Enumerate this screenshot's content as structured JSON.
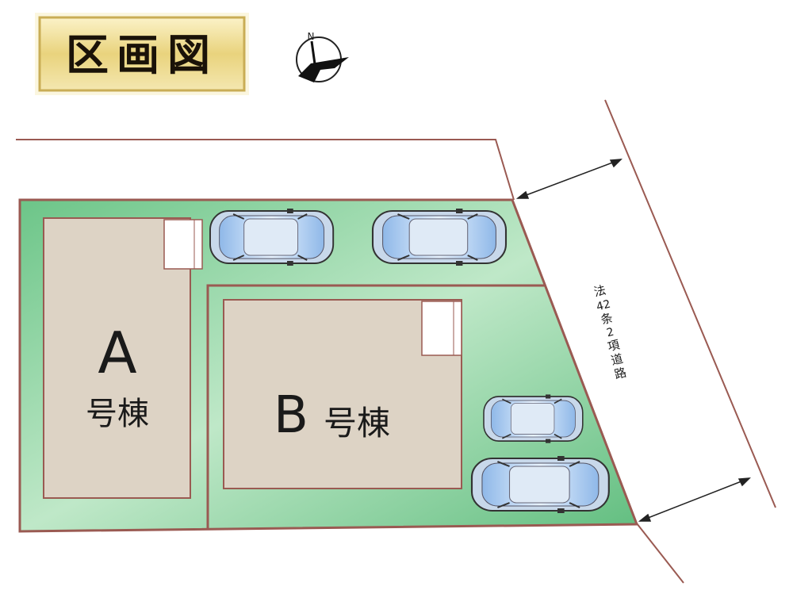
{
  "title": "区画図",
  "compass": {
    "north_label": "N"
  },
  "road": {
    "label_chars": [
      "法",
      "42",
      "条",
      "2",
      "項",
      "道",
      "路"
    ]
  },
  "lots": [
    {
      "letter": "A",
      "suffix": "号棟"
    },
    {
      "letter": "B",
      "suffix": "号棟"
    }
  ],
  "colors": {
    "lot": "#7fcf98",
    "house": "#ddd3c5",
    "border": "#9a5a52",
    "gold": "#e8d27a"
  }
}
